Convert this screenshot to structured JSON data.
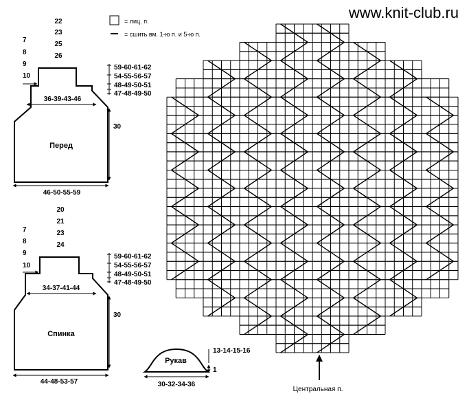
{
  "site_url": "www.knit-club.ru",
  "legend": {
    "knit_symbol": "= лиц. п.",
    "dash_symbol": "= сшить вм. 1-ю п. и 5-ю п."
  },
  "front": {
    "title": "Перед",
    "top_stack": [
      "22",
      "23",
      "25",
      "26"
    ],
    "left_stack": [
      "7",
      "8",
      "9",
      "10"
    ],
    "right_stack": [
      "59-60-61-62",
      "54-55-56-57",
      "48-49-50-51",
      "47-48-49-50"
    ],
    "height": "30",
    "inner_width": "36-39-43-46",
    "bottom_width": "46-50-55-59"
  },
  "back": {
    "title": "Спинка",
    "top_stack": [
      "20",
      "21",
      "23",
      "24"
    ],
    "left_stack": [
      "7",
      "8",
      "9",
      "10"
    ],
    "right_stack": [
      "59-60-61-62",
      "54-55-56-57",
      "48-49-50-51",
      "47-48-49-50"
    ],
    "height": "30",
    "inner_width": "34-37-41-44",
    "bottom_width": "44-48-53-57"
  },
  "sleeve": {
    "title": "Рукав",
    "right_value": "13-14-15-16",
    "height": "1",
    "bottom_width": "30-32-34-36"
  },
  "chart": {
    "center_label": "Центральная п."
  }
}
